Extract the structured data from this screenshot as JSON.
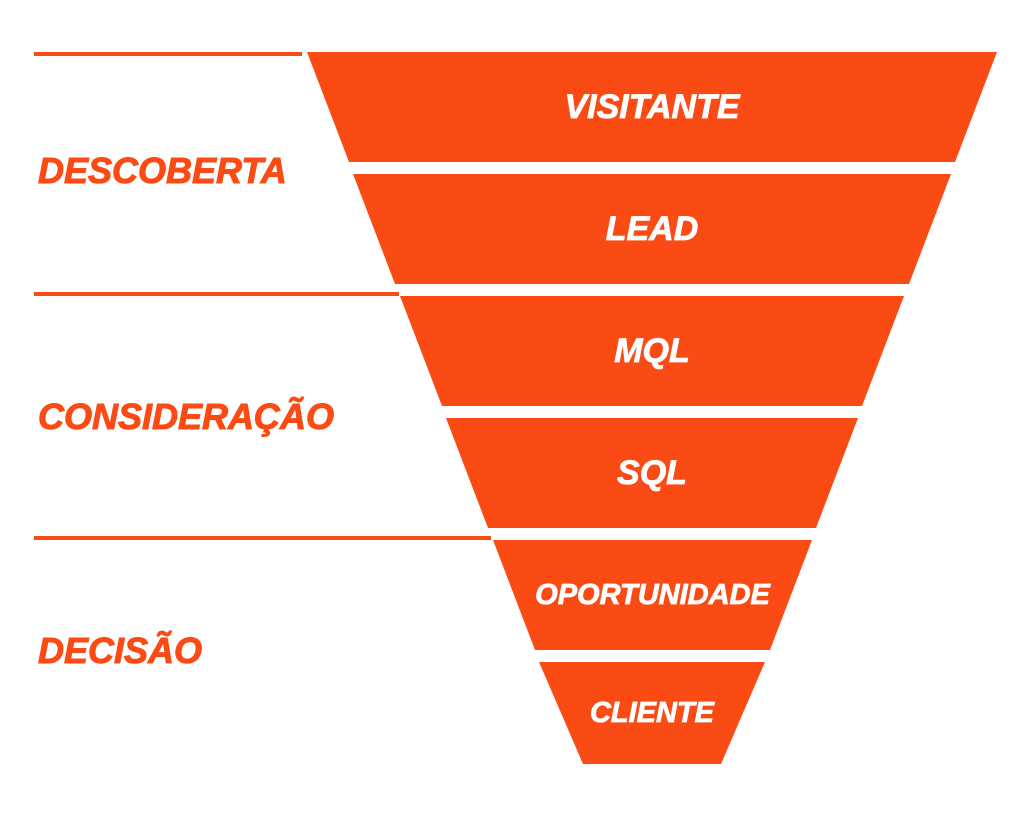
{
  "colors": {
    "accent": "#FA4B14",
    "segment_text": "#FFFFFF",
    "background": "#FFFFFF"
  },
  "funnel": {
    "stages": [
      {
        "label": "DESCOBERTA",
        "segments": [
          {
            "label": "VISITANTE"
          },
          {
            "label": "LEAD"
          }
        ]
      },
      {
        "label": "CONSIDERAÇÃO",
        "segments": [
          {
            "label": "MQL"
          },
          {
            "label": "SQL"
          }
        ]
      },
      {
        "label": "DECISÃO",
        "segments": [
          {
            "label": "OPORTUNIDADE"
          },
          {
            "label": "CLIENTE"
          }
        ]
      }
    ]
  }
}
